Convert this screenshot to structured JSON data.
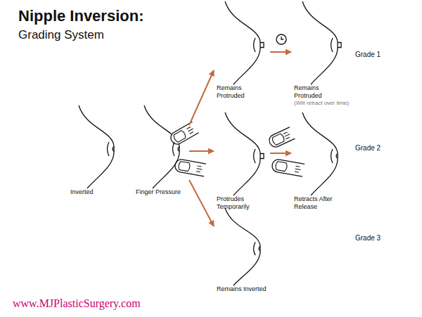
{
  "diagram": {
    "title": "Nipple Inversion:",
    "nodes": [
      {
        "text": [
          "Inverted"
        ]
      },
      {
        "text": [
          "Finger Pressure"
        ]
      },
      {
        "text": [
          "Remains Protruded"
        ]
      },
      {
        "text": [
          "Remains Protruded",
          "(Will retract over time)"
        ]
      },
      {
        "text": [
          "Protrudes Temporarily"
        ]
      },
      {
        "text": [
          "Retracts After Release"
        ]
      },
      {
        "text": [
          "Remains Inverted"
        ]
      }
    ],
    "edges": [
      {
        "from": 1,
        "to": 2,
        "arrow": "to"
      },
      {
        "from": 1,
        "to": 4,
        "arrow": "to"
      },
      {
        "from": 1,
        "to": 6,
        "arrow": "to"
      },
      {
        "from": 2,
        "to": 3,
        "arrow": "to"
      },
      {
        "from": 4,
        "to": 5,
        "arrow": "to"
      }
    ],
    "labels": [
      "Grading System",
      "Grade 1",
      "Grade 2",
      "Grade 3",
      "www.MJPlasticSurgery.com"
    ]
  }
}
